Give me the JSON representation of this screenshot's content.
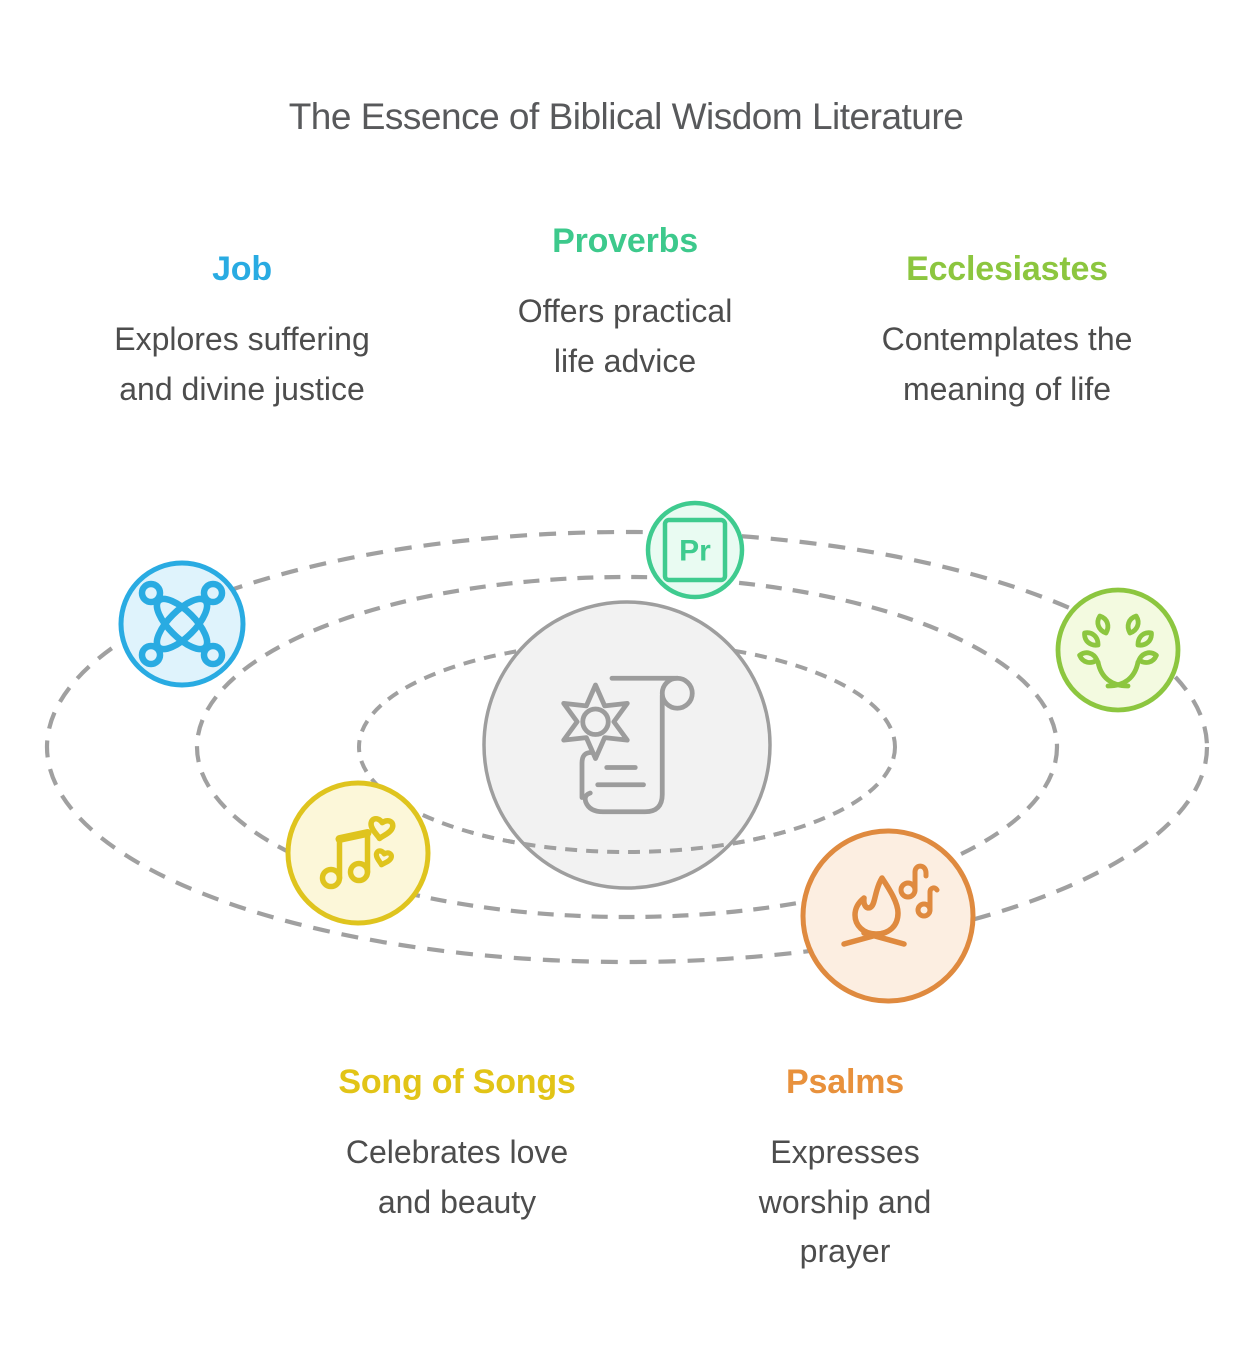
{
  "title": "The Essence of Biblical Wisdom Literature",
  "books": [
    {
      "name": "Job",
      "description": "Explores suffering\nand divine justice",
      "color": "#29abe2",
      "node_fill": "#dff3fc",
      "icon": "joomla-knot-icon"
    },
    {
      "name": "Proverbs",
      "description": "Offers practical\nlife advice",
      "color": "#3dc98c",
      "node_fill": "#e9fbf2",
      "icon": "premiere-pr-badge-icon",
      "icon_label": "Pr"
    },
    {
      "name": "Ecclesiastes",
      "description": "Contemplates the\nmeaning of life",
      "color": "#8cc63f",
      "node_fill": "#f3fae0",
      "icon": "laurel-wreath-icon"
    },
    {
      "name": "Song of Songs",
      "description": "Celebrates love\nand beauty",
      "color": "#e2c417",
      "node_fill": "#fcf7d9",
      "icon": "music-note-hearts-icon"
    },
    {
      "name": "Psalms",
      "description": "Expresses\nworship and\nprayer",
      "color": "#e8913c",
      "node_fill": "#fceee1",
      "icon": "campfire-music-notes-icon"
    }
  ],
  "center_node": {
    "icon": "scroll-star-of-david-icon",
    "fill": "#f2f2f2",
    "stroke": "#9e9e9e"
  },
  "orbit": {
    "ring_count": 3,
    "color": "#a0a0a0",
    "style": "dashed"
  }
}
